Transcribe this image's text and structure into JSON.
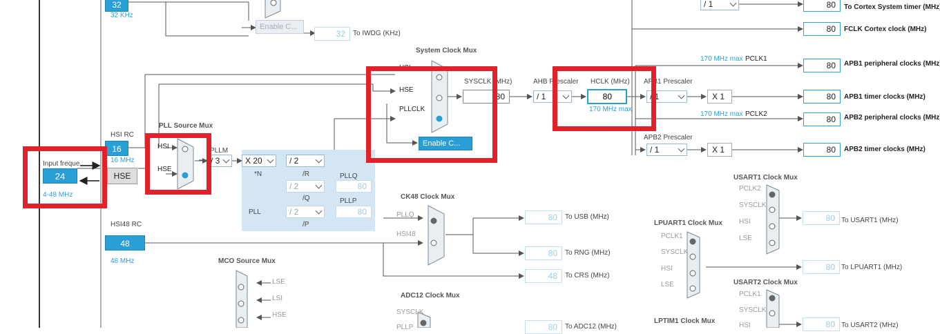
{
  "oscillators": {
    "lse_value": "32",
    "lse_freq": "32 KHz",
    "hsi_title": "HSI RC",
    "hsi_value": "16",
    "hsi_freq": "16 MHz",
    "input_title": "Input freque...",
    "hse_input_value": "24",
    "hse_range": "4-48 MHz",
    "hse_label": "HSE",
    "hsi48_title": "HSI48 RC",
    "hsi48_value": "48",
    "hsi48_freq": "48 MHz"
  },
  "iwdg": {
    "enable_label": "Enable C...",
    "value": "32",
    "label": "To IWDG (KHz)"
  },
  "pll_source_mux": {
    "title": "PLL Source Mux",
    "hsi": "HSI",
    "hse": "HSE"
  },
  "pll": {
    "pllm_label": "PLLM",
    "pllm_value": "/ 3",
    "n_value": "X 20",
    "n_label": "*N",
    "r_value": "/ 2",
    "r_label": "/R",
    "q_value": "/ 2",
    "q_label": "/Q",
    "p_value": "/ 2",
    "p_label": "/P",
    "pll_label": "PLL",
    "pllq_label": "PLLQ",
    "pllq_value": "80",
    "pllp_label": "PLLP",
    "pllp_value": "80"
  },
  "system_clock_mux": {
    "title": "System Clock Mux",
    "hsi": "HSI",
    "hse": "HSE",
    "pllclk": "PLLCLK",
    "enable_label": "Enable C..."
  },
  "sysclk": {
    "label": "SYSCLK (MHz)",
    "value": "80"
  },
  "ahb": {
    "label": "AHB Prescaler",
    "value": "/ 1"
  },
  "hclk": {
    "label": "HCLK (MHz)",
    "value": "80",
    "max": "170 MHz max"
  },
  "apb1": {
    "label": "APB1 Prescaler",
    "value": "/ 1",
    "max": "170 MHz max",
    "pclk": "PCLK1",
    "mult": "X 1"
  },
  "apb2": {
    "label": "APB2 Prescaler",
    "value": "/ 1",
    "max": "170 MHz max",
    "pclk": "PCLK2",
    "mult": "X 1"
  },
  "cortex_div": "/ 1",
  "outputs": [
    {
      "value": "80",
      "label": "To Cortex System timer (MHz)"
    },
    {
      "value": "80",
      "label": "FCLK Cortex clock (MHz)"
    },
    {
      "value": "80",
      "label": "APB1 peripheral clocks (MHz)"
    },
    {
      "value": "80",
      "label": "APB1 timer clocks (MHz)"
    },
    {
      "value": "80",
      "label": "APB2 peripheral clocks (MHz)"
    },
    {
      "value": "80",
      "label": "APB2 timer clocks (MHz)"
    }
  ],
  "ck48": {
    "title": "CK48 Clock Mux",
    "pllq": "PLLQ",
    "hsi48": "HSI48",
    "usb_value": "80",
    "usb_label": "To USB (MHz)",
    "rng_value": "80",
    "rng_label": "To RNG (MHz)",
    "crs_value": "48",
    "crs_label": "To CRS (MHz)"
  },
  "mco": {
    "title": "MCO Source Mux",
    "lse": "LSE",
    "lsi": "LSI",
    "hse": "HSE"
  },
  "adc12": {
    "title": "ADC12 Clock Mux",
    "sysclk": "SYSCLK",
    "pllp": "PLLP",
    "value": "80",
    "label": "To ADC12 (MHz)"
  },
  "usart1": {
    "title": "USART1 Clock Mux",
    "pclk2": "PCLK2",
    "sysclk": "SYSCLK",
    "hsi": "HSI",
    "lse": "LSE",
    "value": "80",
    "label": "To USART1 (MHz)"
  },
  "lpuart1": {
    "title": "LPUART1 Clock Mux",
    "pclk1": "PCLK1",
    "sysclk": "SYSCLK",
    "hsi": "HSI",
    "lse": "LSE",
    "value": "80",
    "label": "To LPUART1 (MHz)"
  },
  "usart2": {
    "title": "USART2 Clock Mux",
    "pclk1": "PCLK1",
    "sysclk": "SYSCLK",
    "hsi": "HSI",
    "value": "80",
    "label": "To USART2 (MHz)"
  },
  "lptim1": {
    "title": "LPTIM1 Clock Mux"
  },
  "colors": {
    "accent": "#2a9fd6",
    "highlight": "#e0232b",
    "panel": "#d4e6f3"
  }
}
